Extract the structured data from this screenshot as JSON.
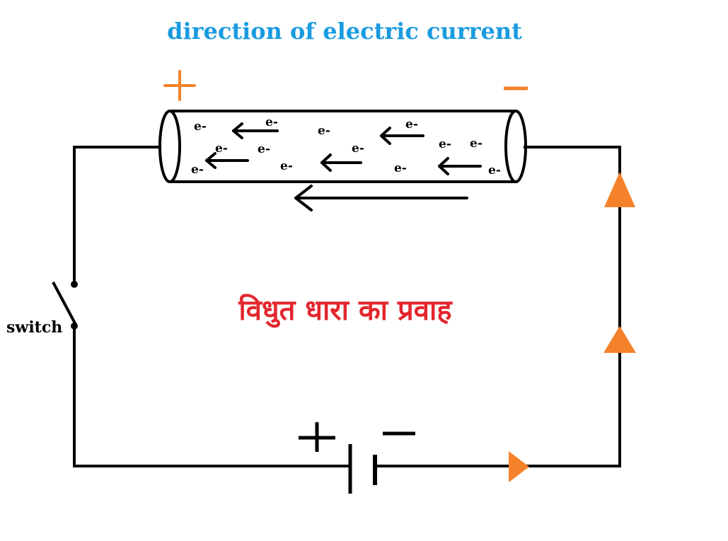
{
  "title": "direction of electric current",
  "hindi_caption": "विधुत धारा का प्रवाह",
  "switch_label": "switch",
  "electron_label": "e-",
  "conductor_terminals": {
    "positive": "+",
    "negative": "−"
  },
  "battery_terminals": {
    "positive": "+",
    "negative": "−"
  },
  "colors": {
    "title": "#1a9be0",
    "hindi": "#e3262d",
    "arrows_orange": "#f5822a",
    "wire": "#000000"
  }
}
